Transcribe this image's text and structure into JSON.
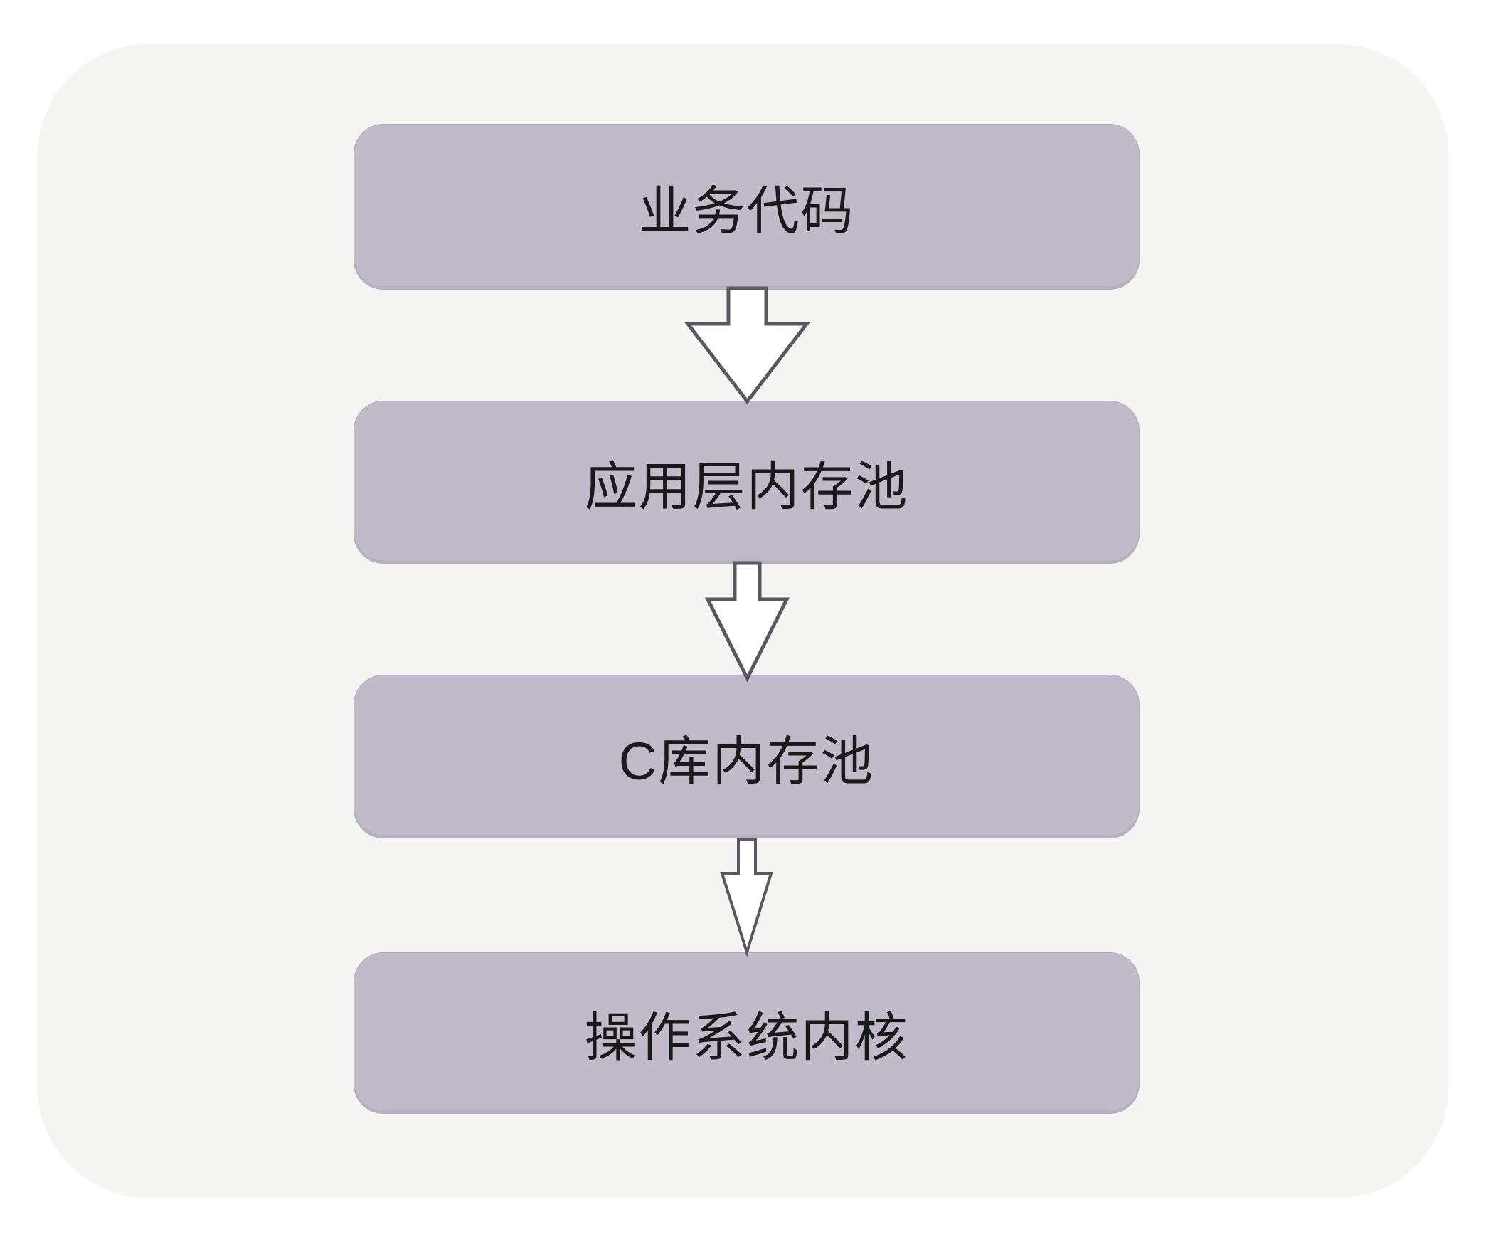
{
  "diagram": {
    "nodes": [
      {
        "id": "business-code",
        "label": "业务代码"
      },
      {
        "id": "app-layer-memory-pool",
        "label": "应用层内存池"
      },
      {
        "id": "c-library-memory-pool",
        "label": "C库内存池"
      },
      {
        "id": "os-kernel",
        "label": "操作系统内核"
      }
    ],
    "edges": [
      {
        "from": "business-code",
        "to": "app-layer-memory-pool",
        "type": "block-arrow-down"
      },
      {
        "from": "app-layer-memory-pool",
        "to": "c-library-memory-pool",
        "type": "block-arrow-down"
      },
      {
        "from": "c-library-memory-pool",
        "to": "os-kernel",
        "type": "block-arrow-down"
      }
    ],
    "colors": {
      "page_background": "#ffffff",
      "canvas_background": "#f4f4f2",
      "node_fill": "#c1bbc9",
      "node_border": "#b3abc0",
      "node_text": "#1a1a1a",
      "arrow_fill": "#ffffff",
      "arrow_border": "#595760"
    }
  }
}
